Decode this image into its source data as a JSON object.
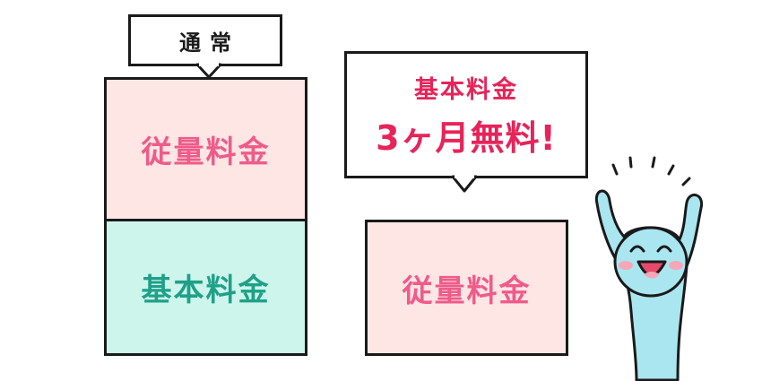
{
  "normal": {
    "label": "通常",
    "usage_fee": "従量料金",
    "base_fee": "基本料金"
  },
  "campaign": {
    "bubble_line1": "基本料金",
    "bubble_line2": "3ヶ月無料!",
    "usage_fee": "従量料金"
  },
  "colors": {
    "usage_bg": "#fde6e4",
    "usage_text": "#ef5b8a",
    "base_bg": "#cdf5ec",
    "base_text": "#1fa088",
    "highlight_text": "#e6245a",
    "character_body": "#a9e6f0",
    "outline": "#1a1a1a"
  },
  "icons": {
    "character": "cheering-character-icon"
  }
}
